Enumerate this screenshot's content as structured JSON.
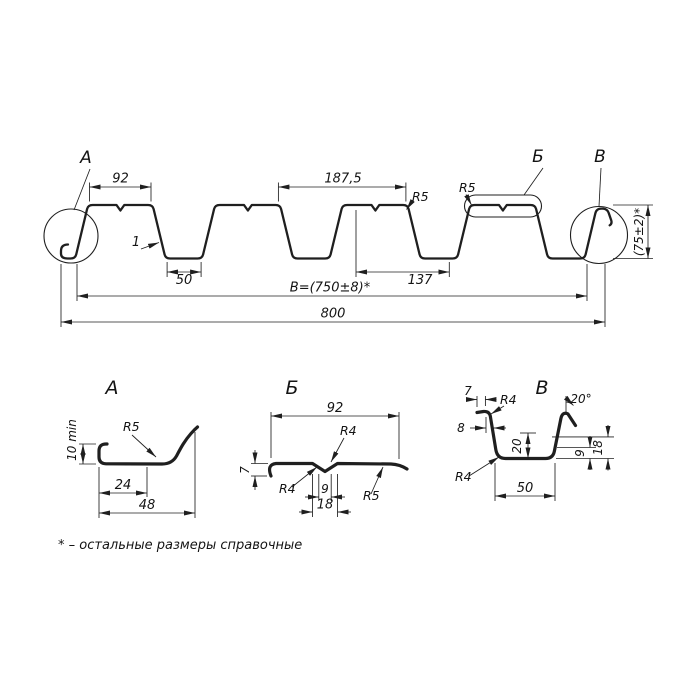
{
  "main": {
    "label_a": "А",
    "label_b": "Б",
    "label_v": "В",
    "dims": {
      "top_flange_width": "92",
      "pitch": "187,5",
      "r5_left": "R5",
      "r5_right": "R5",
      "height": "(75±2)*",
      "thickness": "1",
      "bottom_flat": "50",
      "d137": "137",
      "working_width": "B=(750±8)*",
      "overall_width": "800"
    }
  },
  "detail_a": {
    "title": "А",
    "dims": {
      "lip_height": "10 min",
      "r5": "R5",
      "d24": "24",
      "d48": "48"
    }
  },
  "detail_b": {
    "title": "Б",
    "dims": {
      "width": "92",
      "r4_top": "R4",
      "d7": "7",
      "r4_left": "R4",
      "d9": "9",
      "d18": "18",
      "r5": "R5"
    }
  },
  "detail_v": {
    "title": "В",
    "dims": {
      "d7": "7",
      "r4_top": "R4",
      "d8": "8",
      "r4_left": "R4",
      "angle": "20°",
      "d20": "20",
      "d9": "9",
      "d18": "18",
      "d50": "50"
    }
  },
  "footnote": "* – остальные размеры справочные"
}
